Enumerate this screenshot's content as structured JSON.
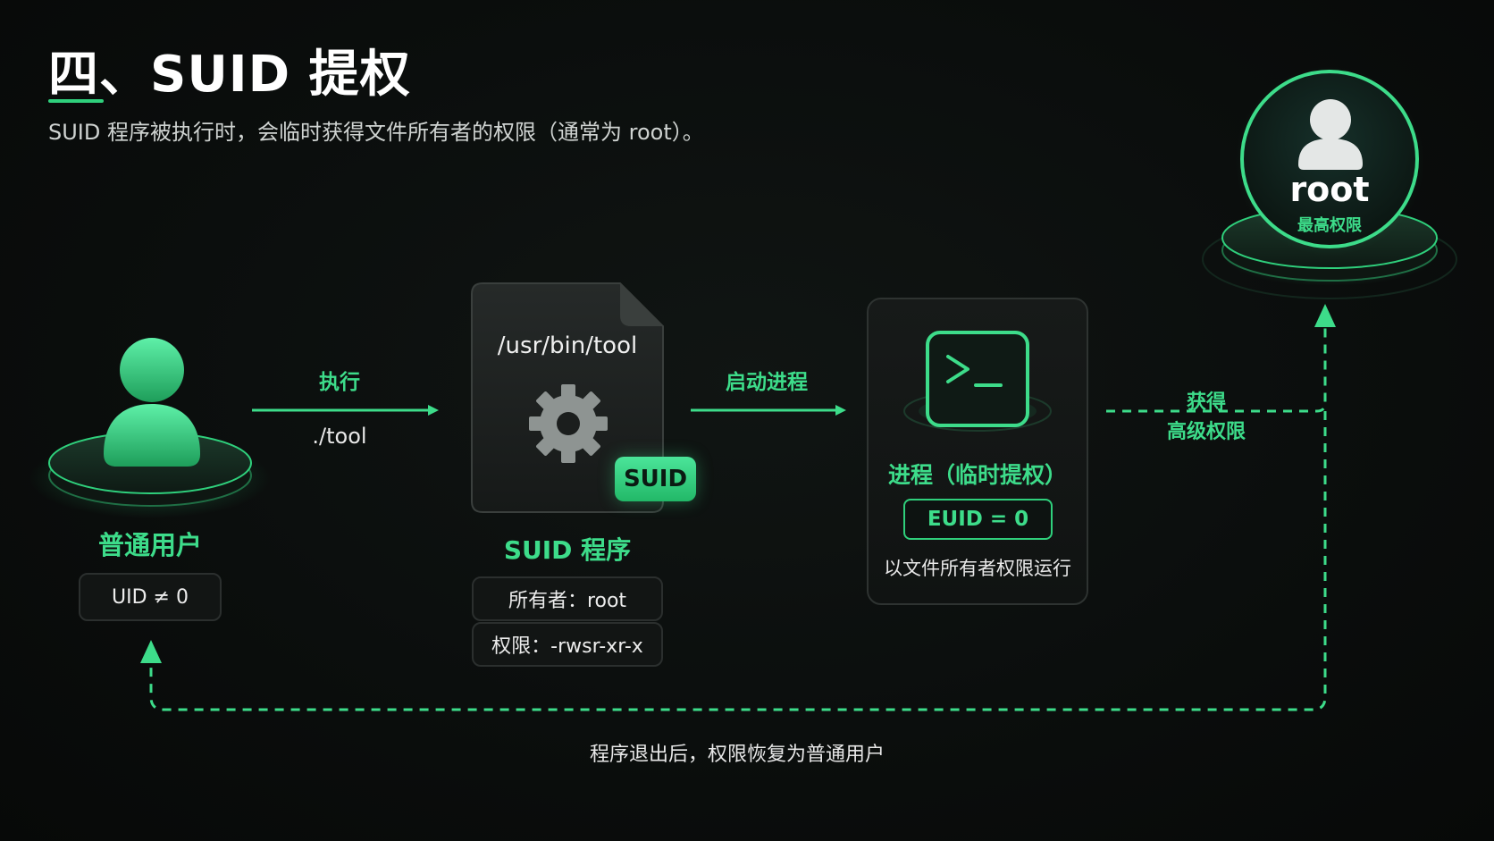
{
  "title": "四、SUID 提权",
  "subtitle": "SUID 程序被执行时，会临时获得文件所有者的权限（通常为 root）。",
  "accent_color": "#3ddc8a",
  "user": {
    "label": "普通用户",
    "uid": "UID ≠ 0",
    "icon": "user-icon"
  },
  "arrow_execute": {
    "label": "执行",
    "command": "./tool"
  },
  "suid_program": {
    "path": "/usr/bin/tool",
    "badge": "SUID",
    "label": "SUID 程序",
    "owner": "所有者：root",
    "permissions": "权限：-rwsr-xr-x",
    "icon": "gear-icon"
  },
  "arrow_launch": {
    "label": "启动进程"
  },
  "process": {
    "title": "进程（临时提权）",
    "euid": "EUID = 0",
    "description": "以文件所有者权限运行",
    "icon": "terminal-icon"
  },
  "arrow_gain": {
    "line1": "获得",
    "line2": "高级权限"
  },
  "root": {
    "label": "root",
    "sublabel": "最高权限",
    "icon": "root-user-icon"
  },
  "return_path": {
    "label": "程序退出后，权限恢复为普通用户"
  }
}
